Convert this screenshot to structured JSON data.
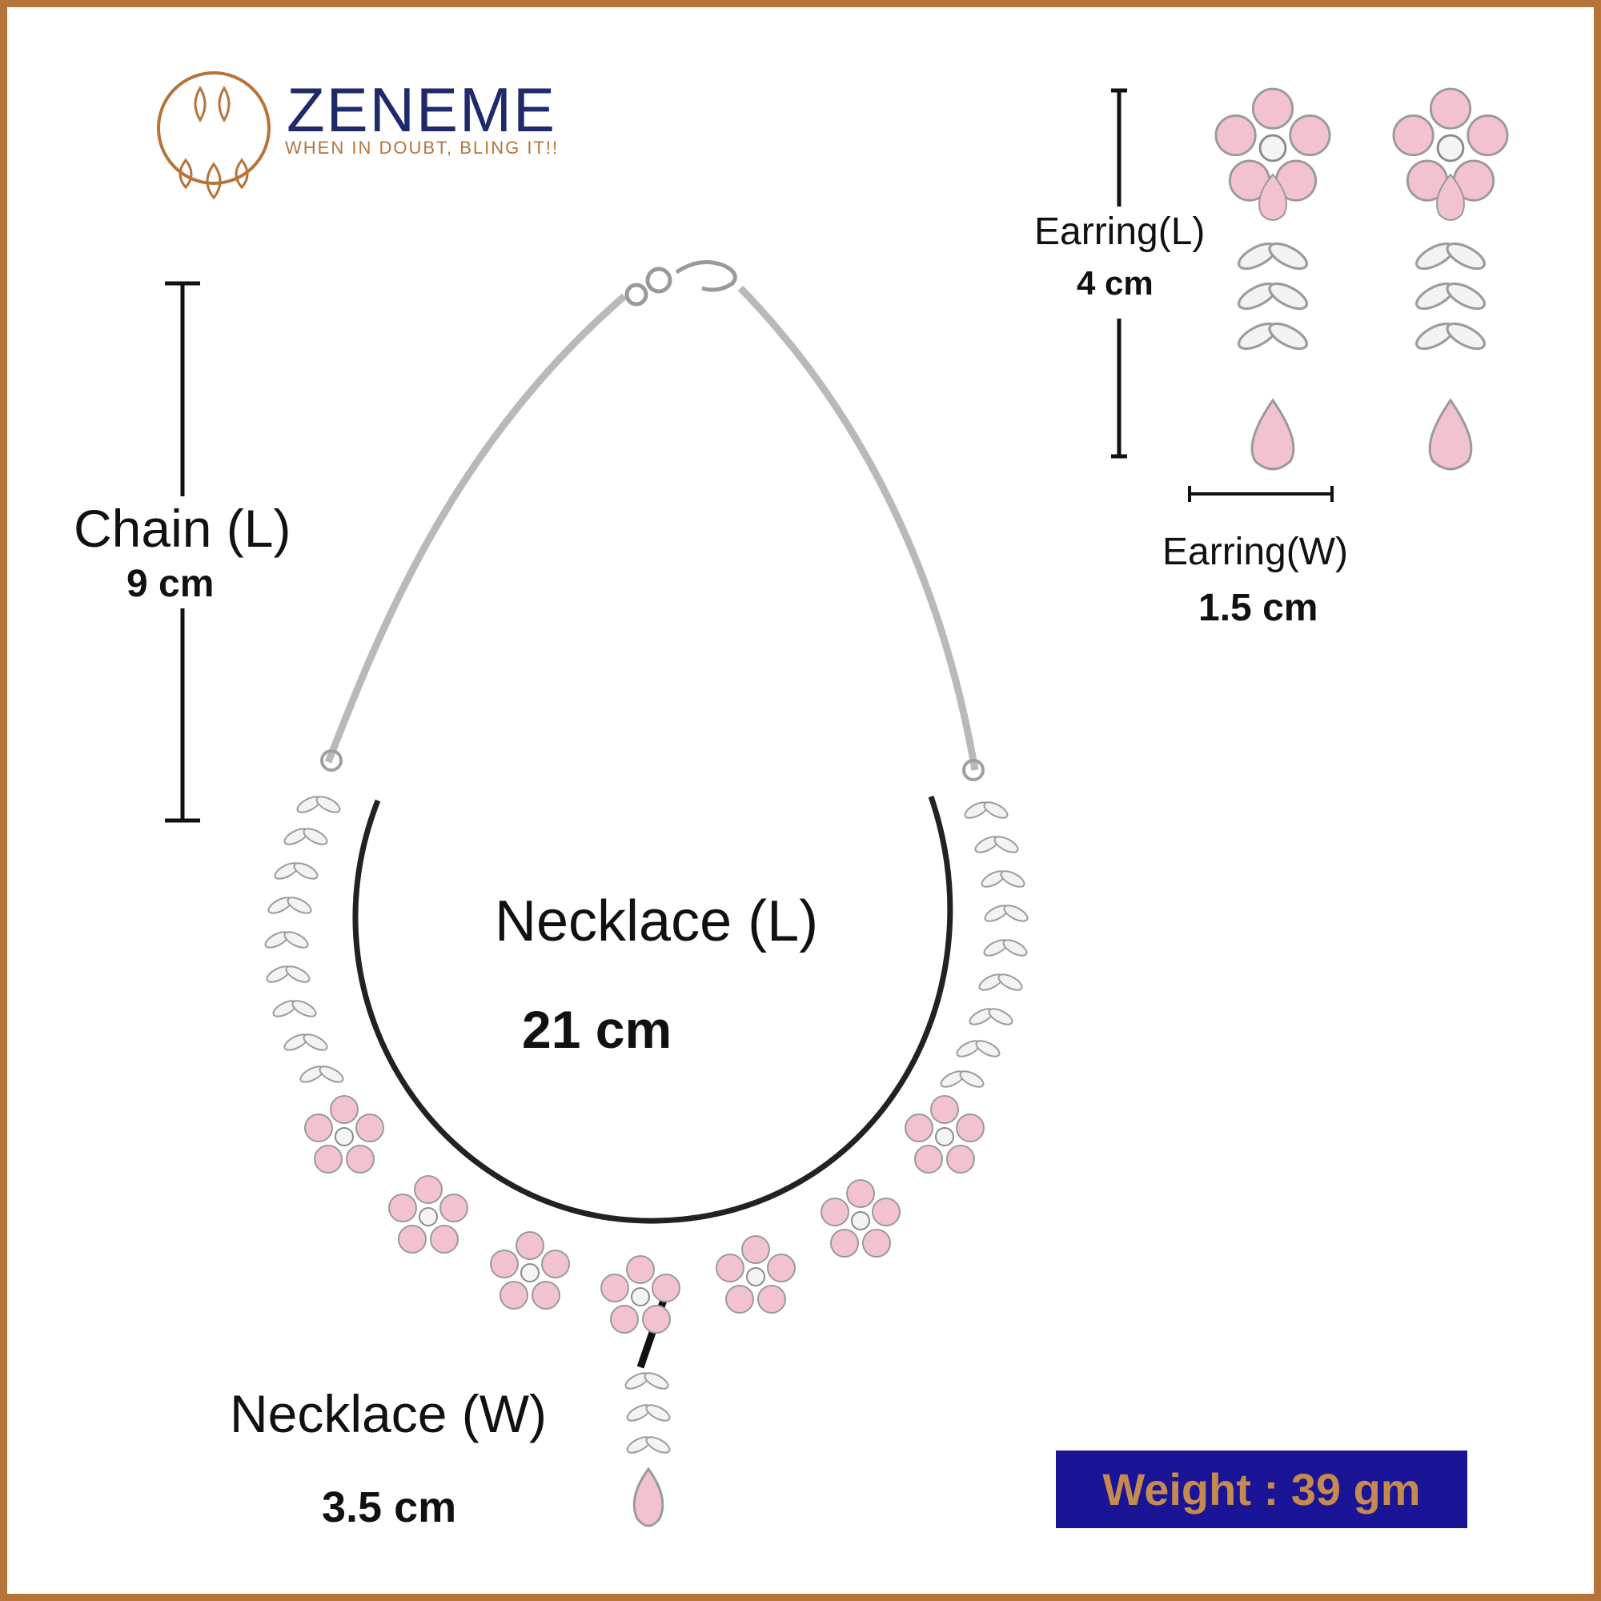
{
  "brand": {
    "name": "ZENEME",
    "tagline": "WHEN IN DOUBT, BLING IT!!"
  },
  "colors": {
    "frame": "#b7743a",
    "brand_navy": "#1f2a6b",
    "accent_copper": "#b7743a",
    "gem_pink": "#f2c2cf",
    "weight_bg": "#1a1597"
  },
  "measurements": {
    "chain_label": "Chain (L)",
    "chain_value": "9 cm",
    "necklace_length_label": "Necklace (L)",
    "necklace_length_value": "21 cm",
    "necklace_width_label": "Necklace (W)",
    "necklace_width_value": "3.5 cm",
    "earring_length_label": "Earring(L)",
    "earring_length_value": "4 cm",
    "earring_width_label": "Earring(W)",
    "earring_width_value": "1.5 cm"
  },
  "weight": "Weight : 39 gm"
}
